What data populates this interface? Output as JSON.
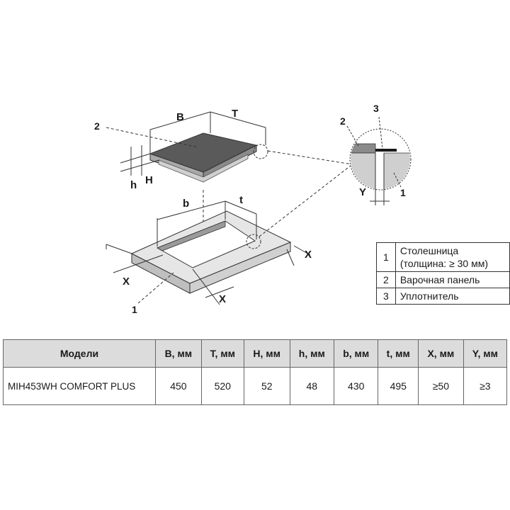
{
  "dimension_labels": {
    "B": "B",
    "T": "T",
    "H": "H",
    "h": "h",
    "b": "b",
    "t": "t",
    "X": "X",
    "Y": "Y"
  },
  "callouts": {
    "c1": "1",
    "c2": "2",
    "c3": "3"
  },
  "legend": {
    "rows": [
      {
        "num": "1",
        "text": "Столешница (толщина: ≥ 30 мм)"
      },
      {
        "num": "2",
        "text": "Варочная панель"
      },
      {
        "num": "3",
        "text": "Уплотнитель"
      }
    ]
  },
  "table": {
    "headers": [
      "Модели",
      "B, мм",
      "T, мм",
      "H, мм",
      "h, мм",
      "b, мм",
      "t, мм",
      "X, мм",
      "Y, мм"
    ],
    "rows": [
      [
        "MIH453WH COMFORT PLUS",
        "450",
        "520",
        "52",
        "48",
        "430",
        "495",
        "≥50",
        "≥3"
      ]
    ]
  },
  "colors": {
    "hob_top": "#5a5a5a",
    "hob_side": "#8a8a8a",
    "counter_top": "#e6e6e6",
    "counter_side": "#c8c8c8",
    "header_bg": "#dcdcdc"
  }
}
